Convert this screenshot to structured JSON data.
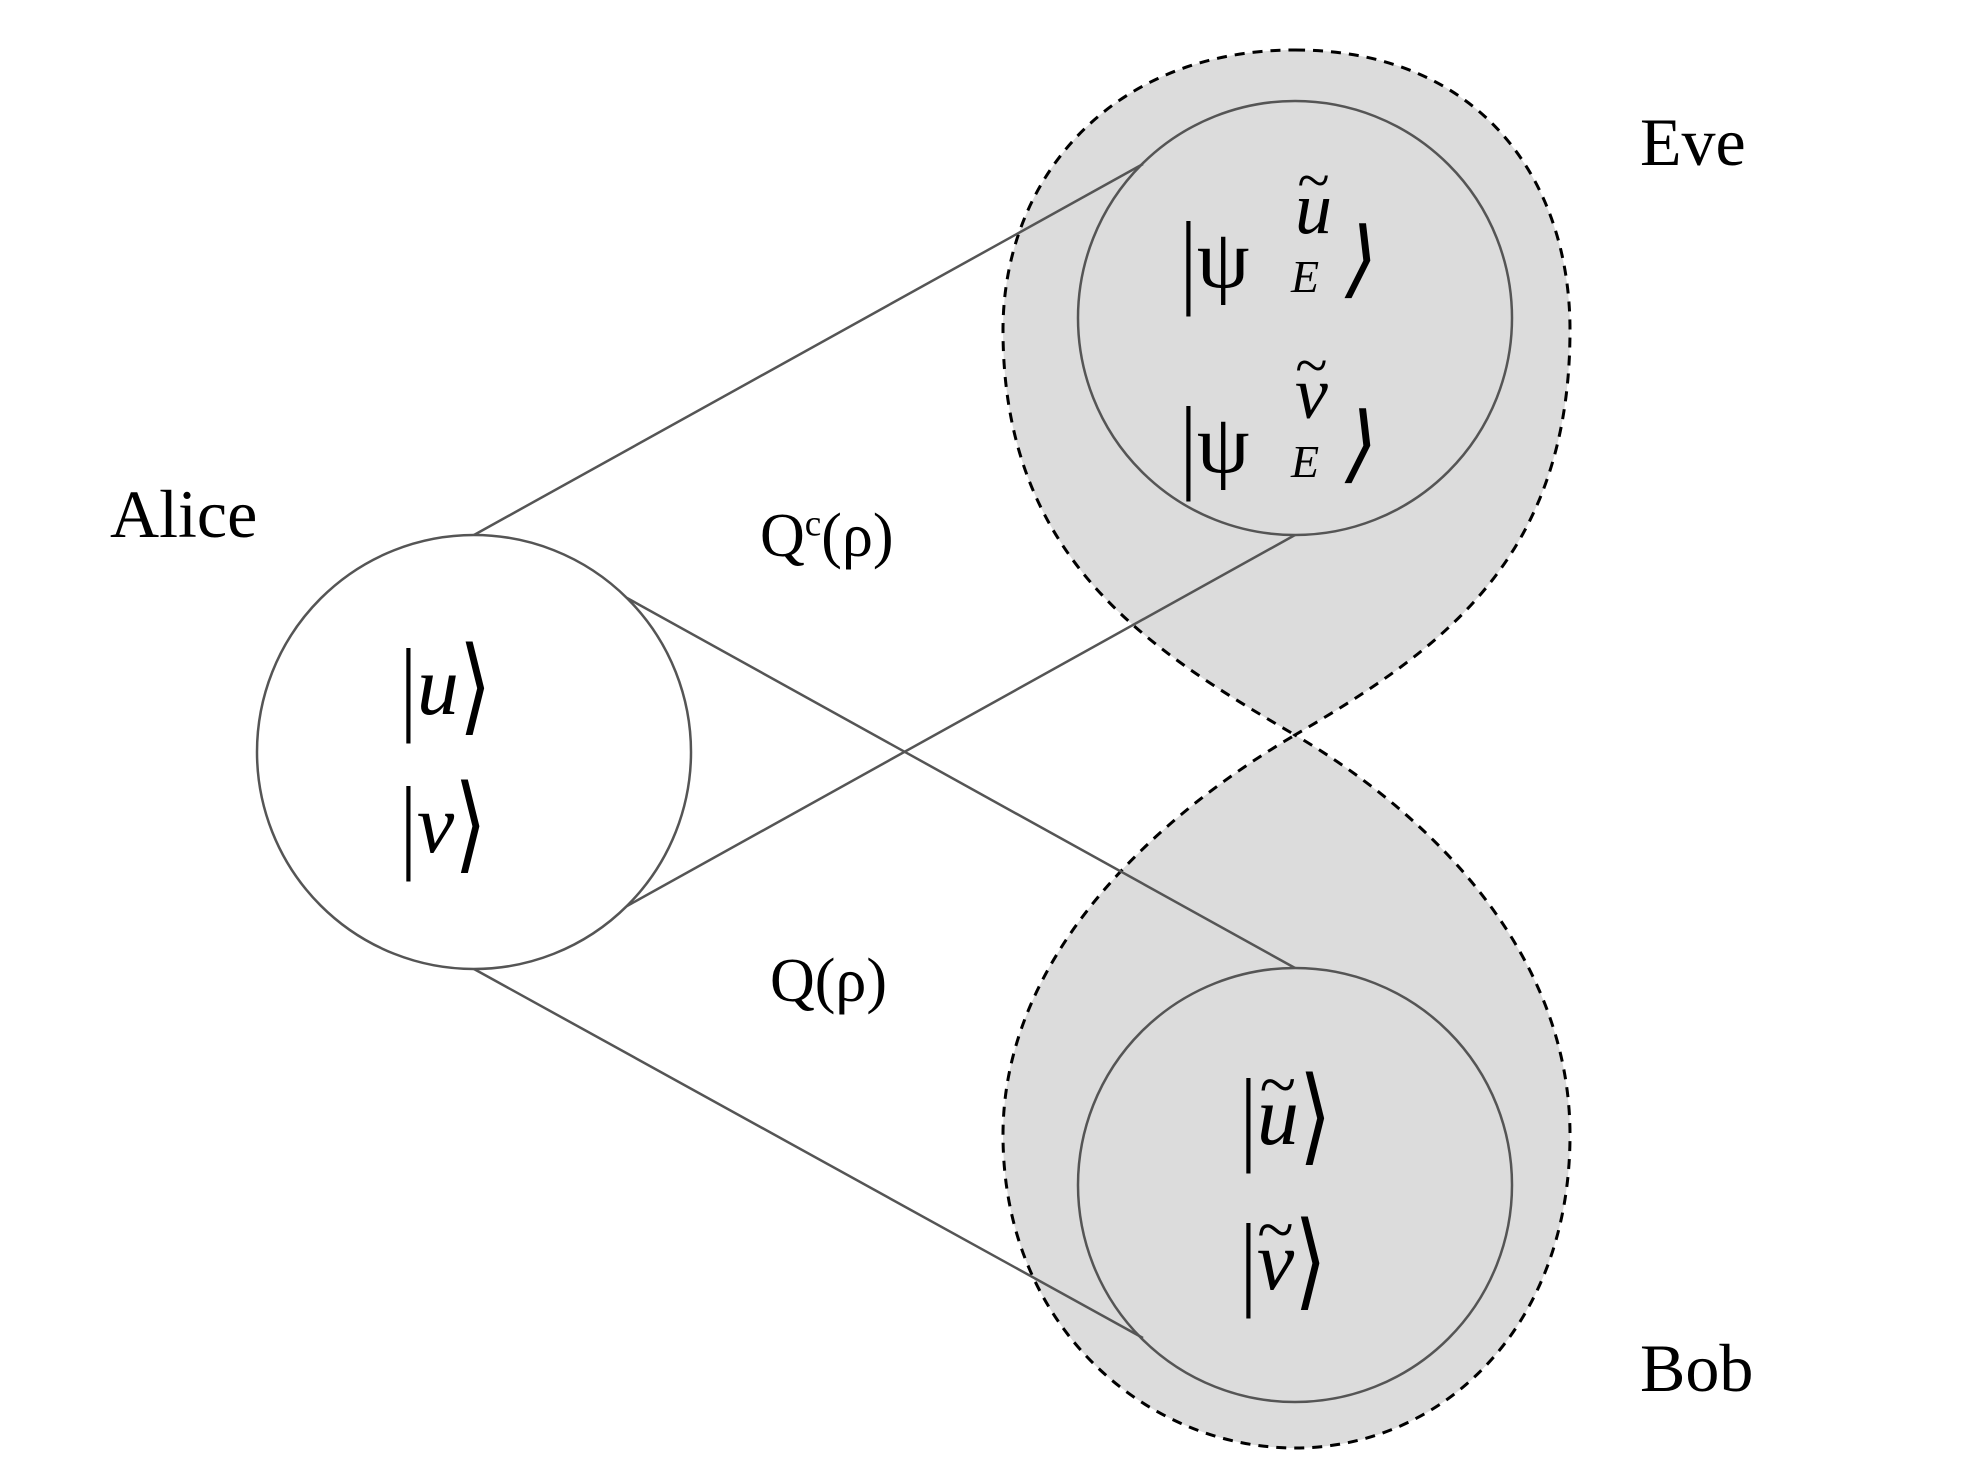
{
  "labels": {
    "alice": "Alice",
    "eve": "Eve",
    "bob": "Bob"
  },
  "channels": {
    "complementary": {
      "base": "Q",
      "sup": "c",
      "arg": "(ρ)"
    },
    "main": {
      "text": "Q(ρ)"
    }
  },
  "alice_states": [
    {
      "symbol": "u"
    },
    {
      "symbol": "v"
    }
  ],
  "eve_states": [
    {
      "psi": "ψ",
      "sup": "u",
      "sub": "E"
    },
    {
      "psi": "ψ",
      "sup": "v",
      "sub": "E"
    }
  ],
  "bob_states": [
    {
      "symbol": "u"
    },
    {
      "symbol": "v"
    }
  ],
  "glyphs": {
    "bar": "|",
    "rangle": "⟩",
    "tilde": "~"
  },
  "colors": {
    "fill_gray": "#dcdcdc",
    "stroke": "#555555",
    "dashed": "#000000"
  }
}
